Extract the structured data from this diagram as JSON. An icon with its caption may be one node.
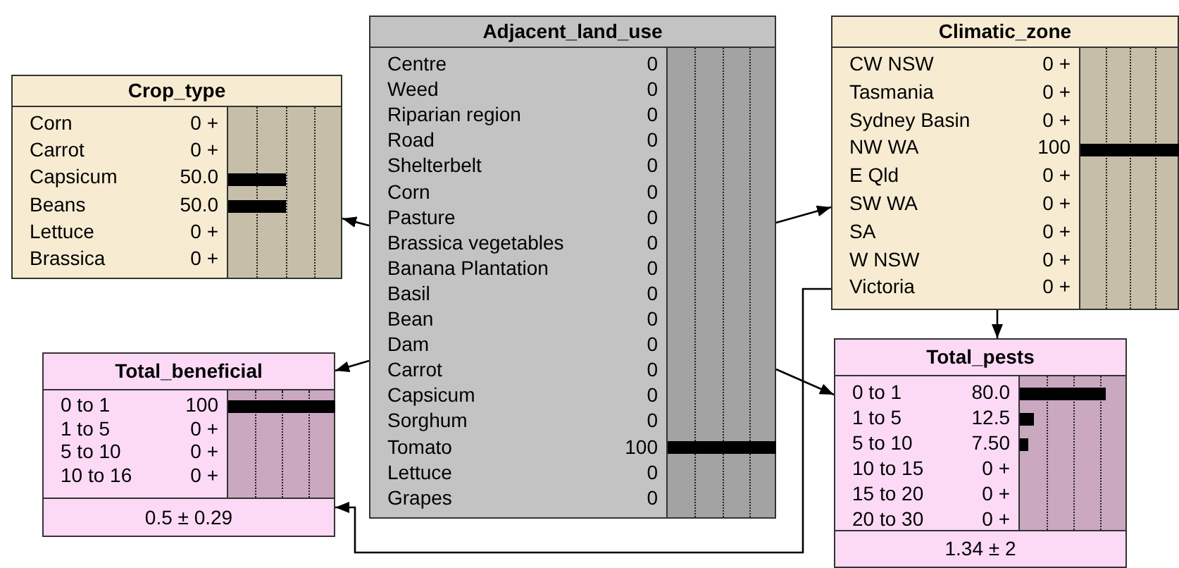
{
  "diagram": {
    "nodes": [
      {
        "text": [
          "Adjacent_land_use",
          "Centre",
          "0",
          "Weed",
          "0",
          "Riparian region",
          "0",
          "Road",
          "0",
          "Shelterbelt",
          "0",
          "Corn",
          "0",
          "Pasture",
          "0",
          "Brassica vegetables",
          "0",
          "Banana Plantation",
          "0",
          "Basil",
          "0",
          "Bean",
          "0",
          "Dam",
          "0",
          "Carrot",
          "0",
          "Capsicum",
          "0",
          "Sorghum",
          "0",
          "Tomato",
          "100",
          "Lettuce",
          "0",
          "Grapes",
          "0"
        ]
      },
      {
        "text": [
          "Climatic_zone",
          "CW NSW",
          "0 +",
          "Tasmania",
          "0 +",
          "Sydney Basin",
          "0 +",
          "NW WA",
          "100",
          "E Qld",
          "0 +",
          "SW WA",
          "0 +",
          "SA",
          "0 +",
          "W NSW",
          "0 +",
          "Victoria",
          "0 +"
        ]
      },
      {
        "text": [
          "Crop_type",
          "Corn",
          "0 +",
          "Carrot",
          "0 +",
          "Capsicum",
          "50.0",
          "Beans",
          "50.0",
          "Lettuce",
          "0 +",
          "Brassica",
          "0 +"
        ]
      },
      {
        "text": [
          "Total_beneficial",
          "0 to 1",
          "100",
          "1 to 5",
          "0 +",
          "5 to 10",
          "0 +",
          "10 to 16",
          "0 +",
          "0.5 ± 0.29"
        ]
      },
      {
        "text": [
          "Total_pests",
          "0 to 1",
          "80.0",
          "1 to 5",
          "12.5",
          "5 to 10",
          "7.50",
          "10 to 15",
          "0 +",
          "15 to 20",
          "0 +",
          "20 to 30",
          "0 +",
          "1.34 ± 2"
        ]
      }
    ],
    "edges": [
      {
        "from": 0,
        "to": 2,
        "arrow": "to"
      },
      {
        "from": 0,
        "to": 1,
        "arrow": "to"
      },
      {
        "from": 1,
        "to": 3,
        "arrow": "to"
      },
      {
        "from": 0,
        "to": 3,
        "arrow": "to"
      },
      {
        "from": 1,
        "to": 4,
        "arrow": "to"
      },
      {
        "from": 0,
        "to": 4,
        "arrow": "to"
      }
    ]
  }
}
